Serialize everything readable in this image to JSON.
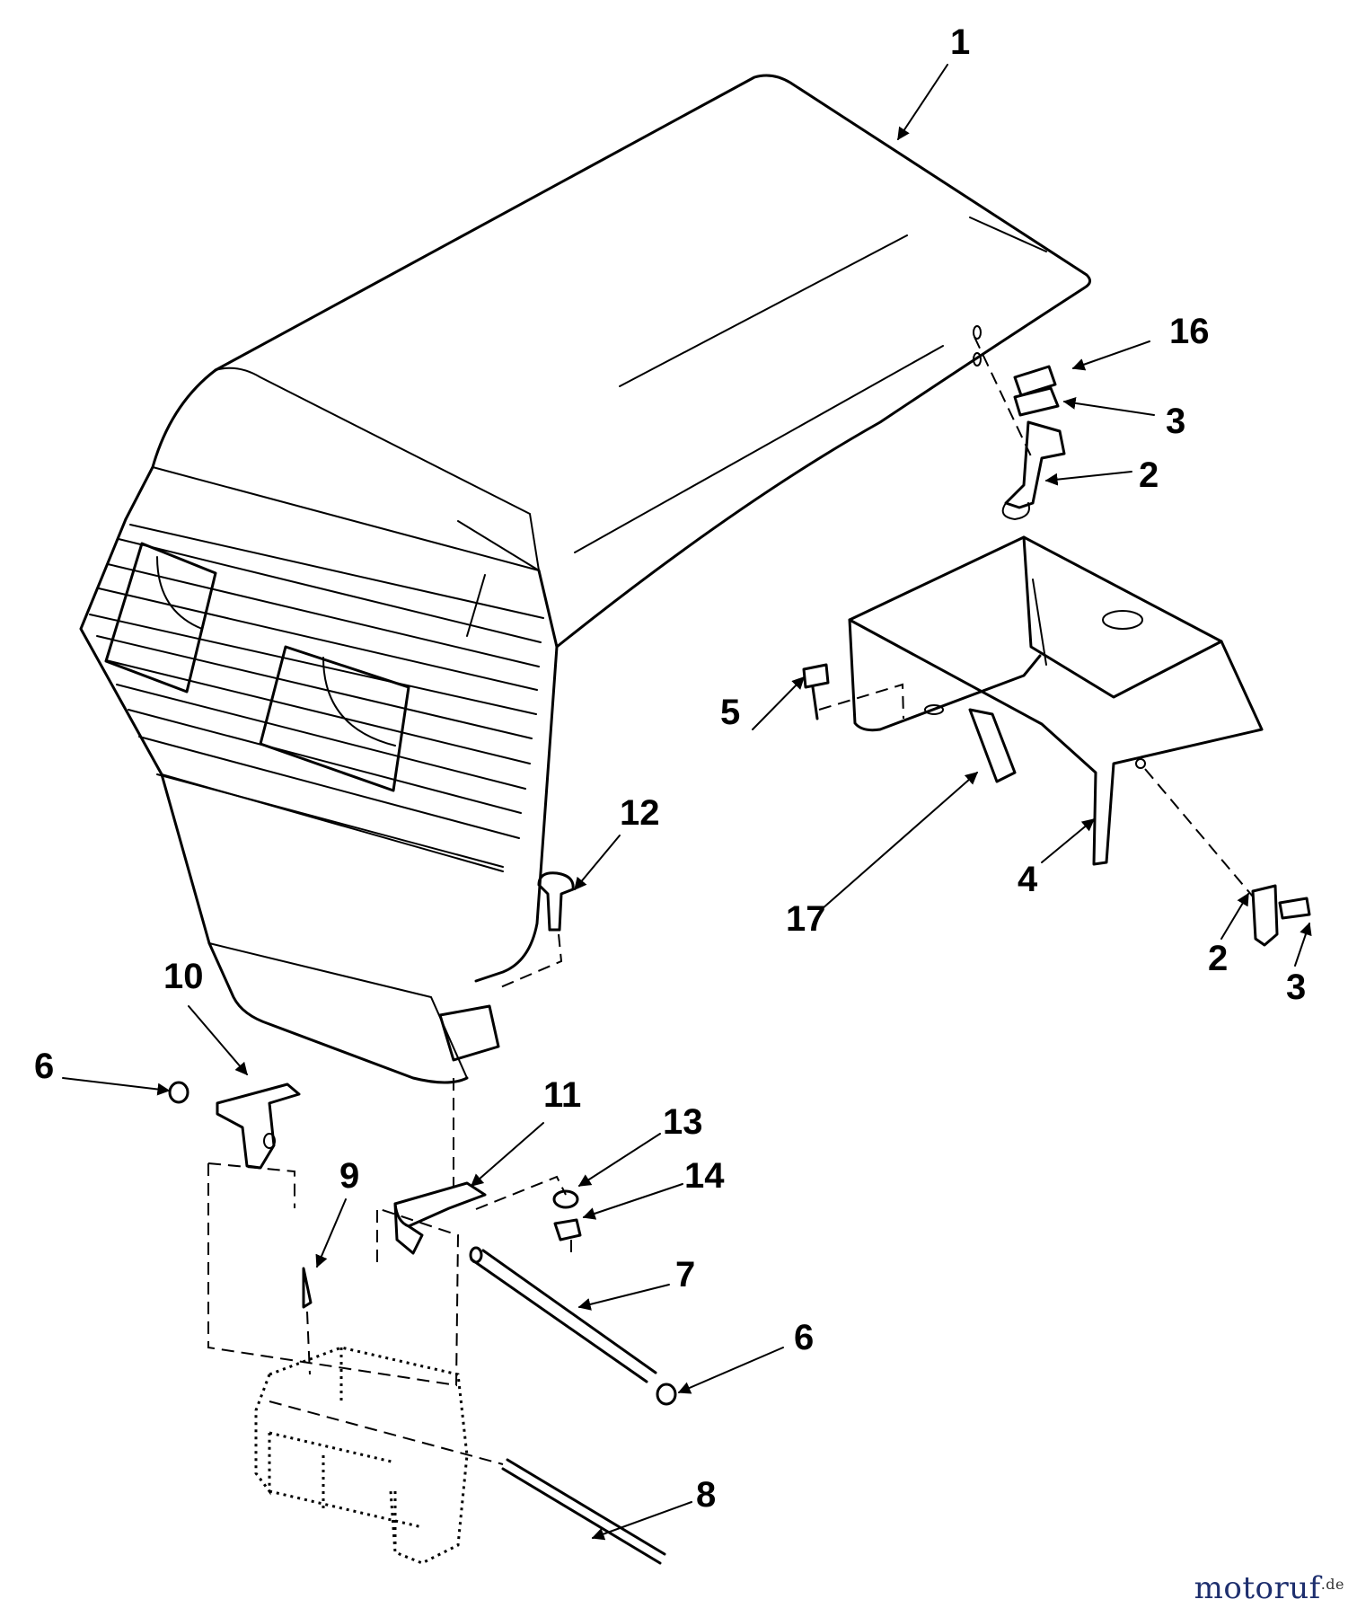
{
  "diagram": {
    "callouts": {
      "c1": "1",
      "c16": "16",
      "c3a": "3",
      "c2a": "2",
      "c5": "5",
      "c17": "17",
      "c4": "4",
      "c2b": "2",
      "c3b": "3",
      "c12": "12",
      "c10": "10",
      "c6a": "6",
      "c11": "11",
      "c13": "13",
      "c14": "14",
      "c9": "9",
      "c7": "7",
      "c6b": "6",
      "c8": "8"
    }
  },
  "watermark": {
    "name": "motoruf",
    "domain": ".de"
  },
  "colors": {
    "line": "#000000",
    "background": "#ffffff",
    "watermark": "#1e2f6e"
  }
}
